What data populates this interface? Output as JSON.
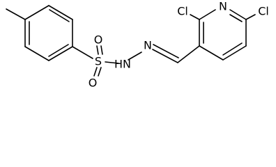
{
  "molecule": {
    "atoms": {
      "sulfur": "S",
      "sulfonyl_oxygen_top": "O",
      "sulfonyl_oxygen_bottom": "O",
      "hydrazone_nh": "H",
      "nh_nitrogen": "N",
      "imine_nitrogen": "N",
      "pyridine_nitrogen": "N",
      "chlorine_left": "Cl",
      "chlorine_right": "Cl"
    }
  }
}
